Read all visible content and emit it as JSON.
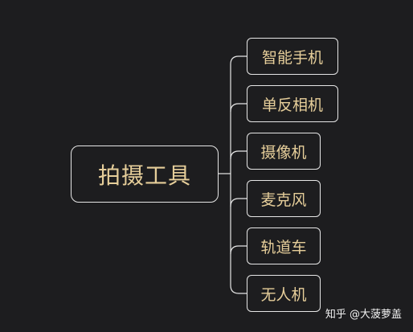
{
  "root": {
    "label": "拍摄工具"
  },
  "children": [
    {
      "label": "智能手机"
    },
    {
      "label": "单反相机"
    },
    {
      "label": "摄像机"
    },
    {
      "label": "麦克风"
    },
    {
      "label": "轨道车"
    },
    {
      "label": "无人机"
    }
  ],
  "watermark": "知乎 @大菠萝盖",
  "colors": {
    "background": "#1d1d1f",
    "text": "#e6ce9a",
    "border": "#e6e6e6"
  }
}
